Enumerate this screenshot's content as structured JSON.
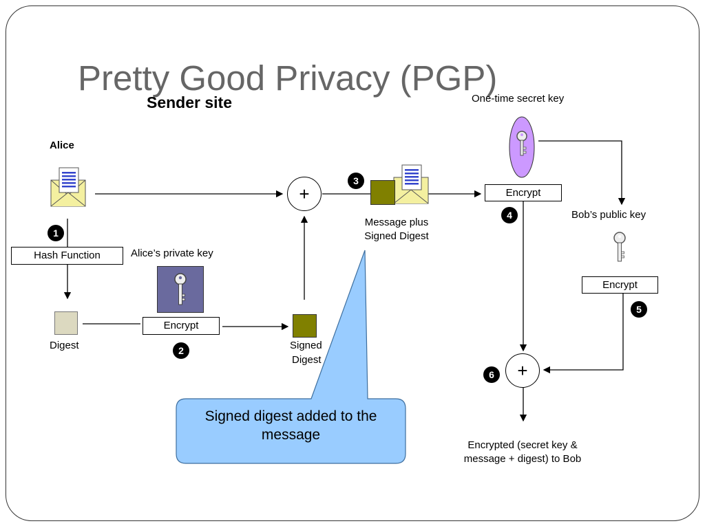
{
  "slide": {
    "title": "Pretty Good Privacy (PGP)",
    "subtitle": "Sender site"
  },
  "labels": {
    "alice": "Alice",
    "alices_private_key": "Alice’s private key",
    "digest": "Digest",
    "signed_digest_line1": "Signed",
    "signed_digest_line2": "Digest",
    "message_plus_line1": "Message plus",
    "message_plus_line2": "Signed Digest",
    "one_time_secret_key": "One-time secret key",
    "bobs_public_key": "Bob’s public key",
    "output_line1": "Encrypted (secret key &",
    "output_line2": "message + digest) to Bob"
  },
  "boxes": {
    "hash_function": "Hash Function",
    "encrypt_private": "Encrypt",
    "encrypt_secret": "Encrypt",
    "encrypt_public": "Encrypt"
  },
  "steps": [
    "1",
    "2",
    "3",
    "4",
    "5",
    "6"
  ],
  "operators": {
    "plus_top": "+",
    "plus_bottom": "+"
  },
  "callout": {
    "text": "Signed digest added to the message"
  },
  "colors": {
    "title": "#666666",
    "olive": "#808000",
    "digest": "#dcd9c0",
    "callout_fill": "#99ccff",
    "secret_key_fill": "#cc99ff",
    "private_key_bg": "#6a6a9e"
  }
}
